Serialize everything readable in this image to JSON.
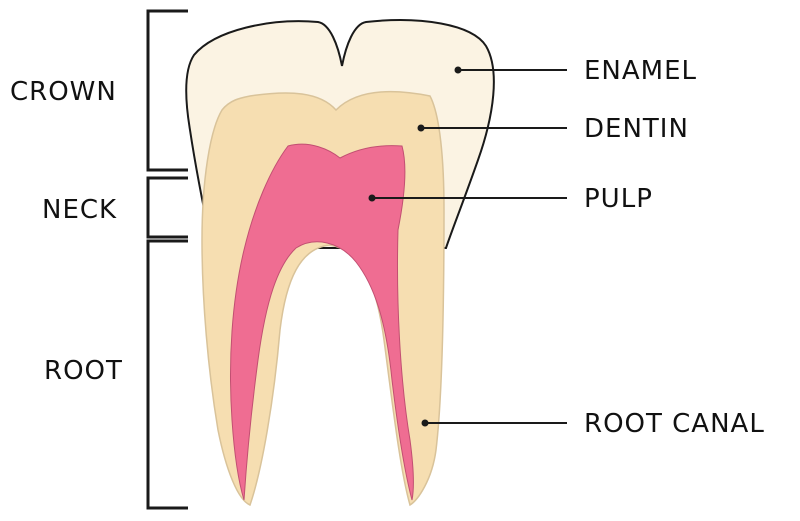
{
  "diagram": {
    "labels": {
      "crown": "CROWN",
      "neck": "NECK",
      "root": "ROOT",
      "enamel": "ENAMEL",
      "dentin": "DENTIN",
      "pulp": "PULP",
      "root_canal": "ROOT CANAL"
    },
    "colors": {
      "enamel": "#fbf3e3",
      "dentin": "#f6deb1",
      "pulp": "#ef6d92",
      "outline": "#1a1a1a"
    }
  }
}
